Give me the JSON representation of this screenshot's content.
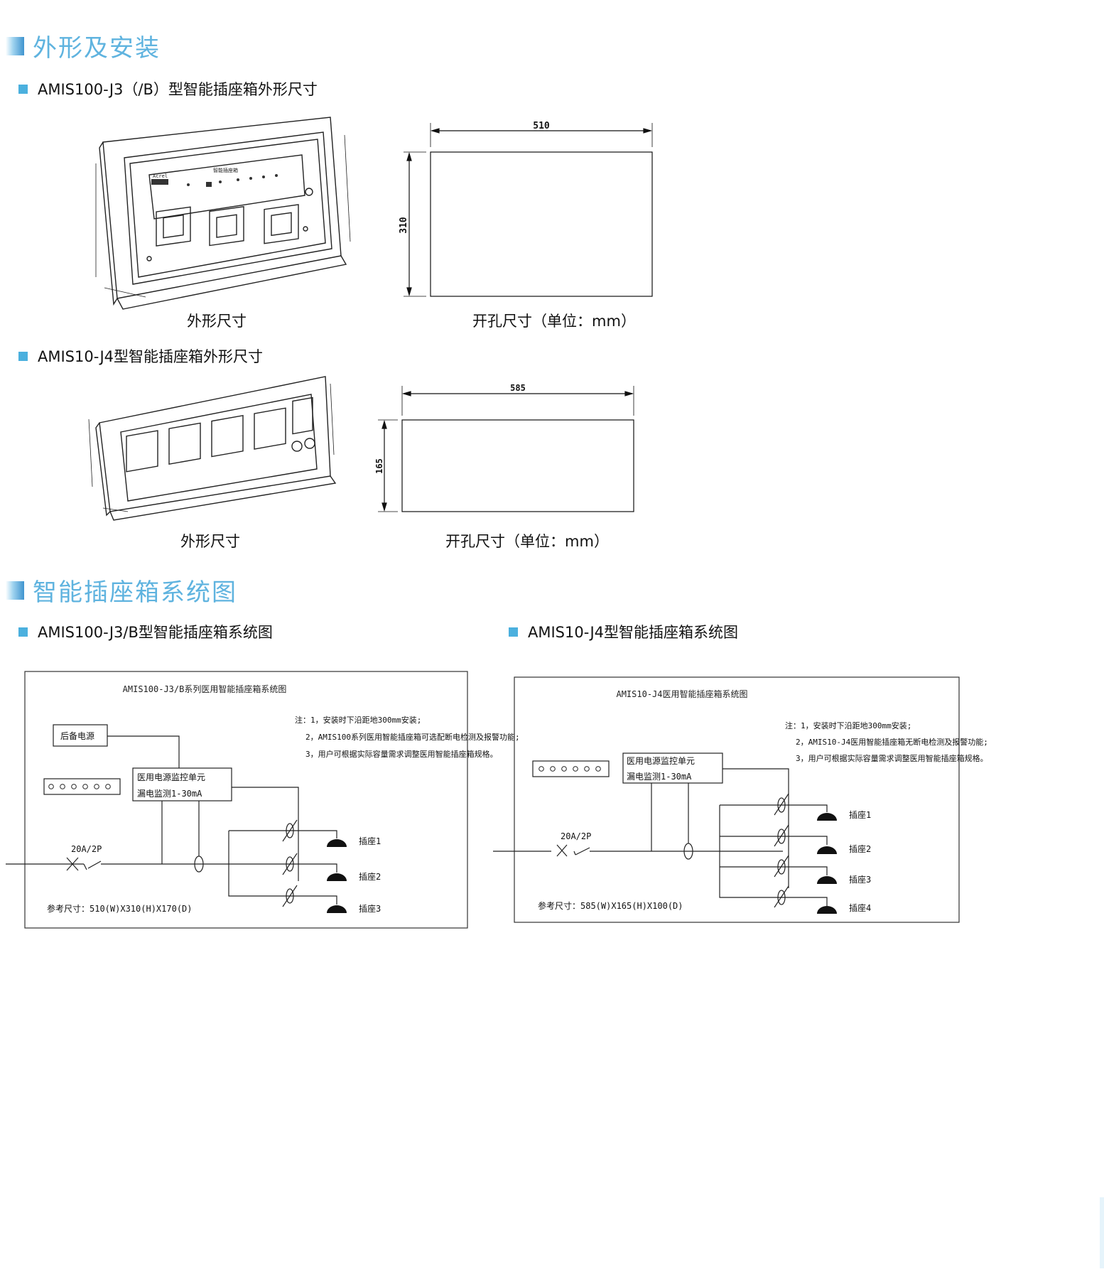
{
  "section_install": {
    "title": "外形及安装"
  },
  "sub_j3_dim": {
    "title": "AMIS100-J3（/B）型智能插座箱外形尺寸"
  },
  "j3_captions": {
    "outline": "外形尺寸",
    "cutout": "开孔尺寸（单位：mm）"
  },
  "j3_cutout": {
    "width": "510",
    "height": "310"
  },
  "j3_device": {
    "panel_label": "智能插座箱",
    "brand": "Acrel"
  },
  "sub_j4_dim": {
    "title": "AMIS10-J4型智能插座箱外形尺寸"
  },
  "j4_captions": {
    "outline": "外形尺寸",
    "cutout": "开孔尺寸（单位：mm）"
  },
  "j4_cutout": {
    "width": "585",
    "height": "165"
  },
  "section_system": {
    "title": "智能插座箱系统图"
  },
  "sub_j3_sys": {
    "title": "AMIS100-J3/B型智能插座箱系统图"
  },
  "sub_j4_sys": {
    "title": "AMIS10-J4型智能插座箱系统图"
  },
  "sys_j3": {
    "title": "AMIS100-J3/B系列医用智能插座箱系统图",
    "backup_power": "后备电源",
    "unit_line1": "医用电源监控单元",
    "unit_line2": "漏电监测1-30mA",
    "note1": "注：1，安装时下沿距地300mm安装;",
    "note2": "2，AMIS100系列医用智能插座箱可选配断电检测及报警功能;",
    "note3": "3，用户可根据实际容量需求调整医用智能插座箱规格。",
    "breaker": "20A/2P",
    "outlets": [
      "插座1",
      "插座2",
      "插座3"
    ],
    "ref_size": "参考尺寸：510(W)X310(H)X170(D)"
  },
  "sys_j4": {
    "title": "AMIS10-J4医用智能插座箱系统图",
    "unit_line1": "医用电源监控单元",
    "unit_line2": "漏电监测1-30mA",
    "note1": "注：1，安装时下沿距地300mm安装;",
    "note2": "2，AMIS10-J4医用智能插座箱无断电检测及报警功能;",
    "note3": "3，用户可根据实际容量需求调整医用智能插座箱规格。",
    "breaker": "20A/2P",
    "outlets": [
      "插座1",
      "插座2",
      "插座3",
      "插座4"
    ],
    "ref_size": "参考尺寸：585(W)X165(H)X100(D)"
  }
}
